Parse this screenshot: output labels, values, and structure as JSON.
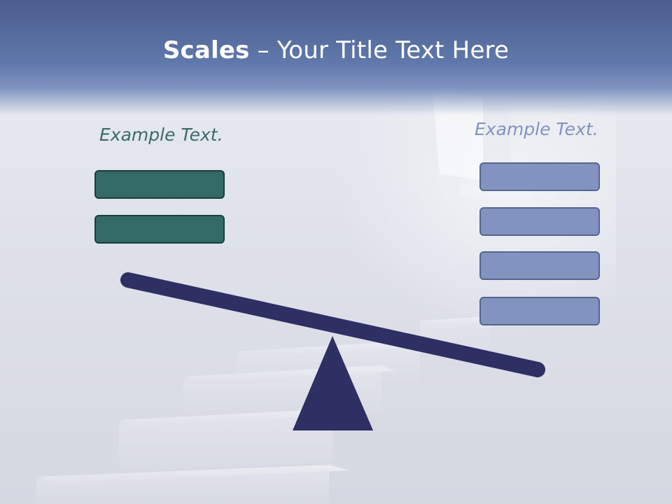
{
  "title": {
    "bold": "Scales",
    "rest": " – Your Title Text Here"
  },
  "left": {
    "label": "Example Text.",
    "box_count": 2
  },
  "right": {
    "label": "Example Text.",
    "box_count": 4
  },
  "colors": {
    "header": "#5a70a3",
    "teal_box": "#336a66",
    "blue_box": "#8393c0",
    "beam": "#2e2f63"
  }
}
